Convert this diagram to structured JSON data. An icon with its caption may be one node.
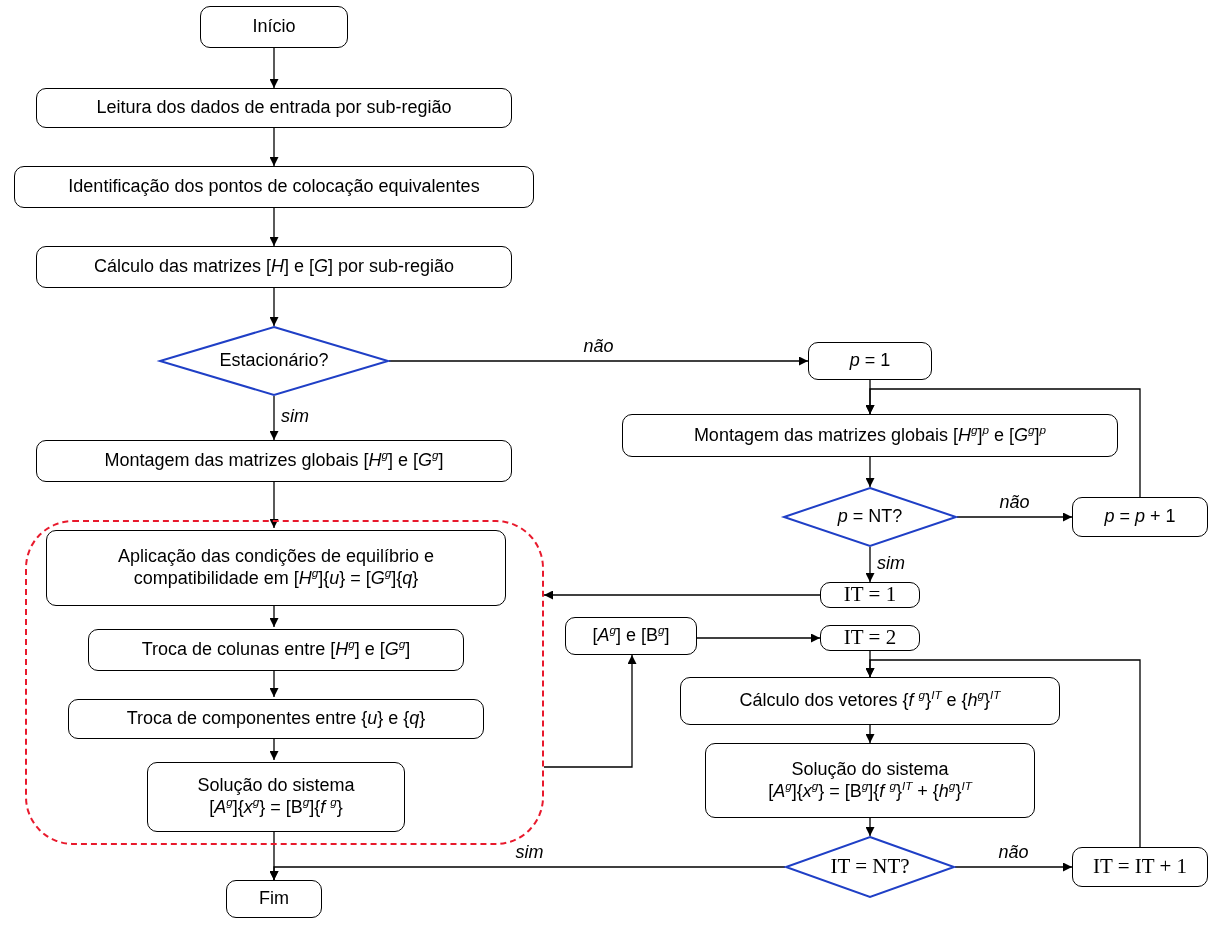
{
  "diagram": {
    "nodes": [
      {
        "text": [
          "Início"
        ]
      },
      {
        "text": [
          "Leitura dos dados de entrada por sub-região"
        ]
      },
      {
        "text": [
          "Identificação dos pontos de colocação equivalentes"
        ]
      },
      {
        "text": [
          "Cálculo das matrizes [*H*] e [*G*] por sub-região"
        ]
      },
      {
        "text": [
          "Estacionário?"
        ]
      },
      {
        "text": [
          "Montagem das matrizes globais [*H*$^{g}$] e [*G*$^{g}$]"
        ]
      },
      {
        "text": [],
        "shape": "box"
      },
      {
        "text": [
          "Aplicação das condições de equilíbrio e compatibilidade em [*H*$^{g}$]{*u*} = [*G*$^{g}$]{*q*}"
        ],
        "in": 6
      },
      {
        "text": [
          "Troca de colunas entre [*H*$^{g}$] e [*G*$^{g}$]"
        ],
        "in": 6
      },
      {
        "text": [
          "Troca de componentes entre {*u*} e {*q*}"
        ],
        "in": 6
      },
      {
        "text": [
          "Solução do sistema",
          "[*A*$^{g}$]{*x*$^{g}$} = [B$^{g}$]{*f* $^{g}$}"
        ],
        "in": 6
      },
      {
        "text": [
          "Fim"
        ]
      },
      {
        "text": [
          "*p* = 1"
        ]
      },
      {
        "text": [
          "Montagem das matrizes globais [*H*$^{g}$]$^{p}$ e [*G*$^{g}$]$^{p}$"
        ]
      },
      {
        "text": [
          "*p* = NT?"
        ]
      },
      {
        "text": [
          "*p* = *p* + 1"
        ]
      },
      {
        "text": [
          "IT = 1"
        ]
      },
      {
        "text": [
          "[*A*$^{g}$] e [B$^{g}$]"
        ]
      },
      {
        "text": [
          "IT = 2"
        ]
      },
      {
        "text": [
          "Cálculo dos vetores {*f* $^{g}$}$^{IT}$ e {*h*$^{g}$}$^{IT}$"
        ]
      },
      {
        "text": [
          "Solução do sistema",
          "[*A*$^{g}$]{*x*$^{g}$} = [B$^{g}$]{*f* $^{g}$}$^{IT}$ + {*h*$^{g}$}$^{IT}$"
        ]
      },
      {
        "text": [
          "IT = NT?"
        ]
      },
      {
        "text": [
          "IT = IT + 1"
        ]
      }
    ],
    "edges": [
      {
        "from": 0,
        "to": 1,
        "arrow": "to"
      },
      {
        "from": 1,
        "to": 2,
        "arrow": "to"
      },
      {
        "from": 2,
        "to": 3,
        "arrow": "to"
      },
      {
        "from": 3,
        "to": 4,
        "arrow": "to"
      },
      {
        "from": 4,
        "to": 12,
        "arrow": "to",
        "label": "não"
      },
      {
        "from": 4,
        "to": 5,
        "arrow": "to",
        "label": "sim"
      },
      {
        "from": 5,
        "to": 7,
        "arrow": "to"
      },
      {
        "from": 7,
        "to": 8,
        "arrow": "to"
      },
      {
        "from": 8,
        "to": 9,
        "arrow": "to"
      },
      {
        "from": 9,
        "to": 10,
        "arrow": "to"
      },
      {
        "from": 10,
        "to": 11,
        "arrow": "to"
      },
      {
        "from": 12,
        "to": 13,
        "arrow": "to"
      },
      {
        "from": 13,
        "to": 14,
        "arrow": "to"
      },
      {
        "from": 14,
        "to": 15,
        "arrow": "to",
        "label": "não"
      },
      {
        "from": 15,
        "to": 13,
        "arrow": "to"
      },
      {
        "from": 14,
        "to": 16,
        "arrow": "to",
        "label": "sim"
      },
      {
        "from": 16,
        "to": 6,
        "arrow": "to"
      },
      {
        "from": 6,
        "to": 17,
        "arrow": "to"
      },
      {
        "from": 17,
        "to": 18,
        "arrow": "to"
      },
      {
        "from": 18,
        "to": 19,
        "arrow": "to"
      },
      {
        "from": 19,
        "to": 20,
        "arrow": "to"
      },
      {
        "from": 20,
        "to": 21,
        "arrow": "to"
      },
      {
        "from": 21,
        "to": 11,
        "arrow": "to",
        "label": "sim"
      },
      {
        "from": 21,
        "to": 22,
        "arrow": "to",
        "label": "não"
      },
      {
        "from": 22,
        "to": 19,
        "arrow": "to"
      }
    ]
  }
}
